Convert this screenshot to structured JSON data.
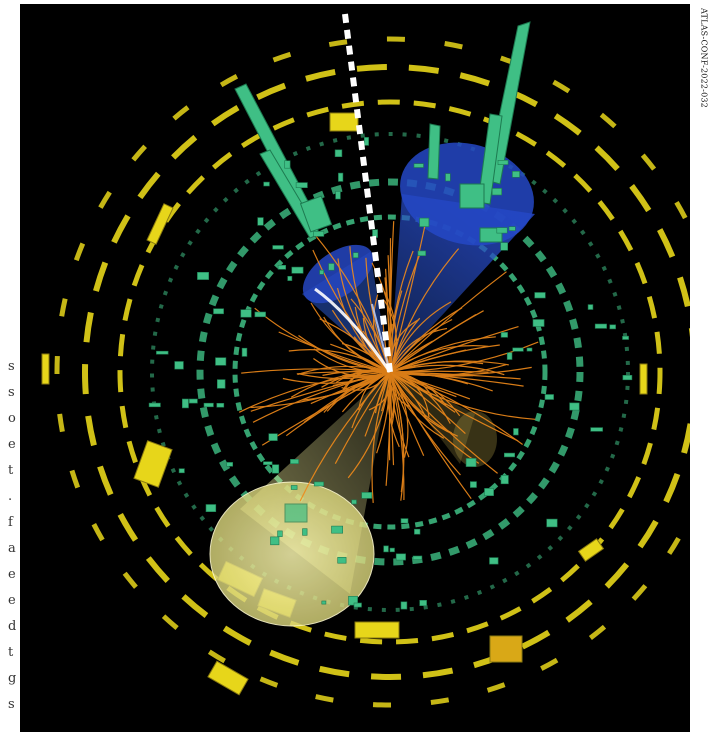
{
  "event_display": {
    "reference_label": "ATLAS-CONF-2022-032",
    "margin_text_fragments": [
      "s",
      "s",
      "o",
      "e",
      "t",
      ".",
      "f",
      "a",
      "e",
      "e",
      "d",
      "t",
      "g",
      "s"
    ],
    "colors": {
      "background": "#000000",
      "calorimeter_outer": "#e7d61a",
      "calorimeter_inner": "#3fbf85",
      "tracks": "#f08a1a",
      "jet_cone_blue": "#2a57c9",
      "jet_cone_yellow": "#f4ef9a",
      "missing_energy_line": "#ffffff"
    },
    "elements": [
      "missing-energy-line",
      "blue-jet-cone-large",
      "blue-jet-cone-small",
      "yellow-jet-cone",
      "track-bundle",
      "calorimeter-rings",
      "energy-deposit-towers"
    ]
  }
}
